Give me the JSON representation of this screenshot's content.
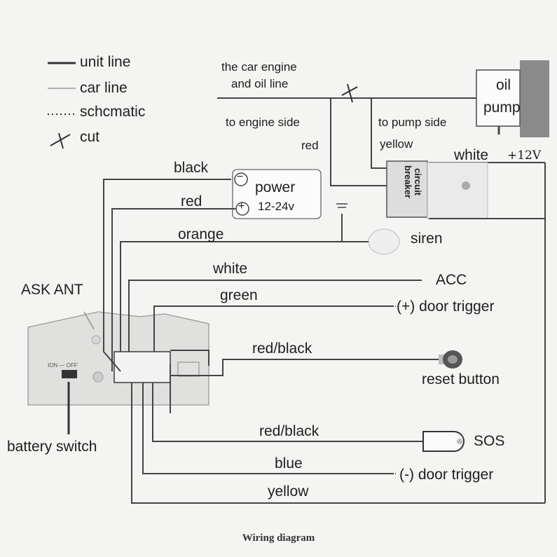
{
  "legend": {
    "unit_line": "unit line",
    "car_line": "car line",
    "schematic": "schcmatic",
    "cut": "cut"
  },
  "engine": {
    "title_line1": "the car engine",
    "title_line2": "and oil line",
    "engine_side": "to engine side",
    "pump_side": "to pump side",
    "red": "red",
    "yellow": "yellow",
    "oil_pump_line1": "oil",
    "oil_pump_line2": "pump",
    "white": "white",
    "plus12v": "+12V",
    "circuit_breaker_line1": "circuit",
    "circuit_breaker_line2": "breaker"
  },
  "power": {
    "black": "black",
    "red": "red",
    "minus": "−",
    "plus": "+",
    "label": "power",
    "voltage": "12-24v"
  },
  "wires": {
    "orange": "orange",
    "siren": "siren",
    "white": "white",
    "acc": "ACC",
    "green": "green",
    "pos_door": "(+) door trigger",
    "red_black_1": "red/black",
    "reset": "reset button",
    "red_black_2": "red/black",
    "sos": "SOS",
    "blue": "blue",
    "neg_door": "(-) door trigger",
    "yellow": "yellow"
  },
  "unit": {
    "ask_ant": "ASK ANT",
    "battery_switch": "battery switch",
    "on_off": "ION — OFF"
  },
  "caption": "Wiring diagram",
  "colors": {
    "line": "#3a3a3a",
    "paper": "#f4f4f2",
    "device": "#e2e2e0"
  }
}
